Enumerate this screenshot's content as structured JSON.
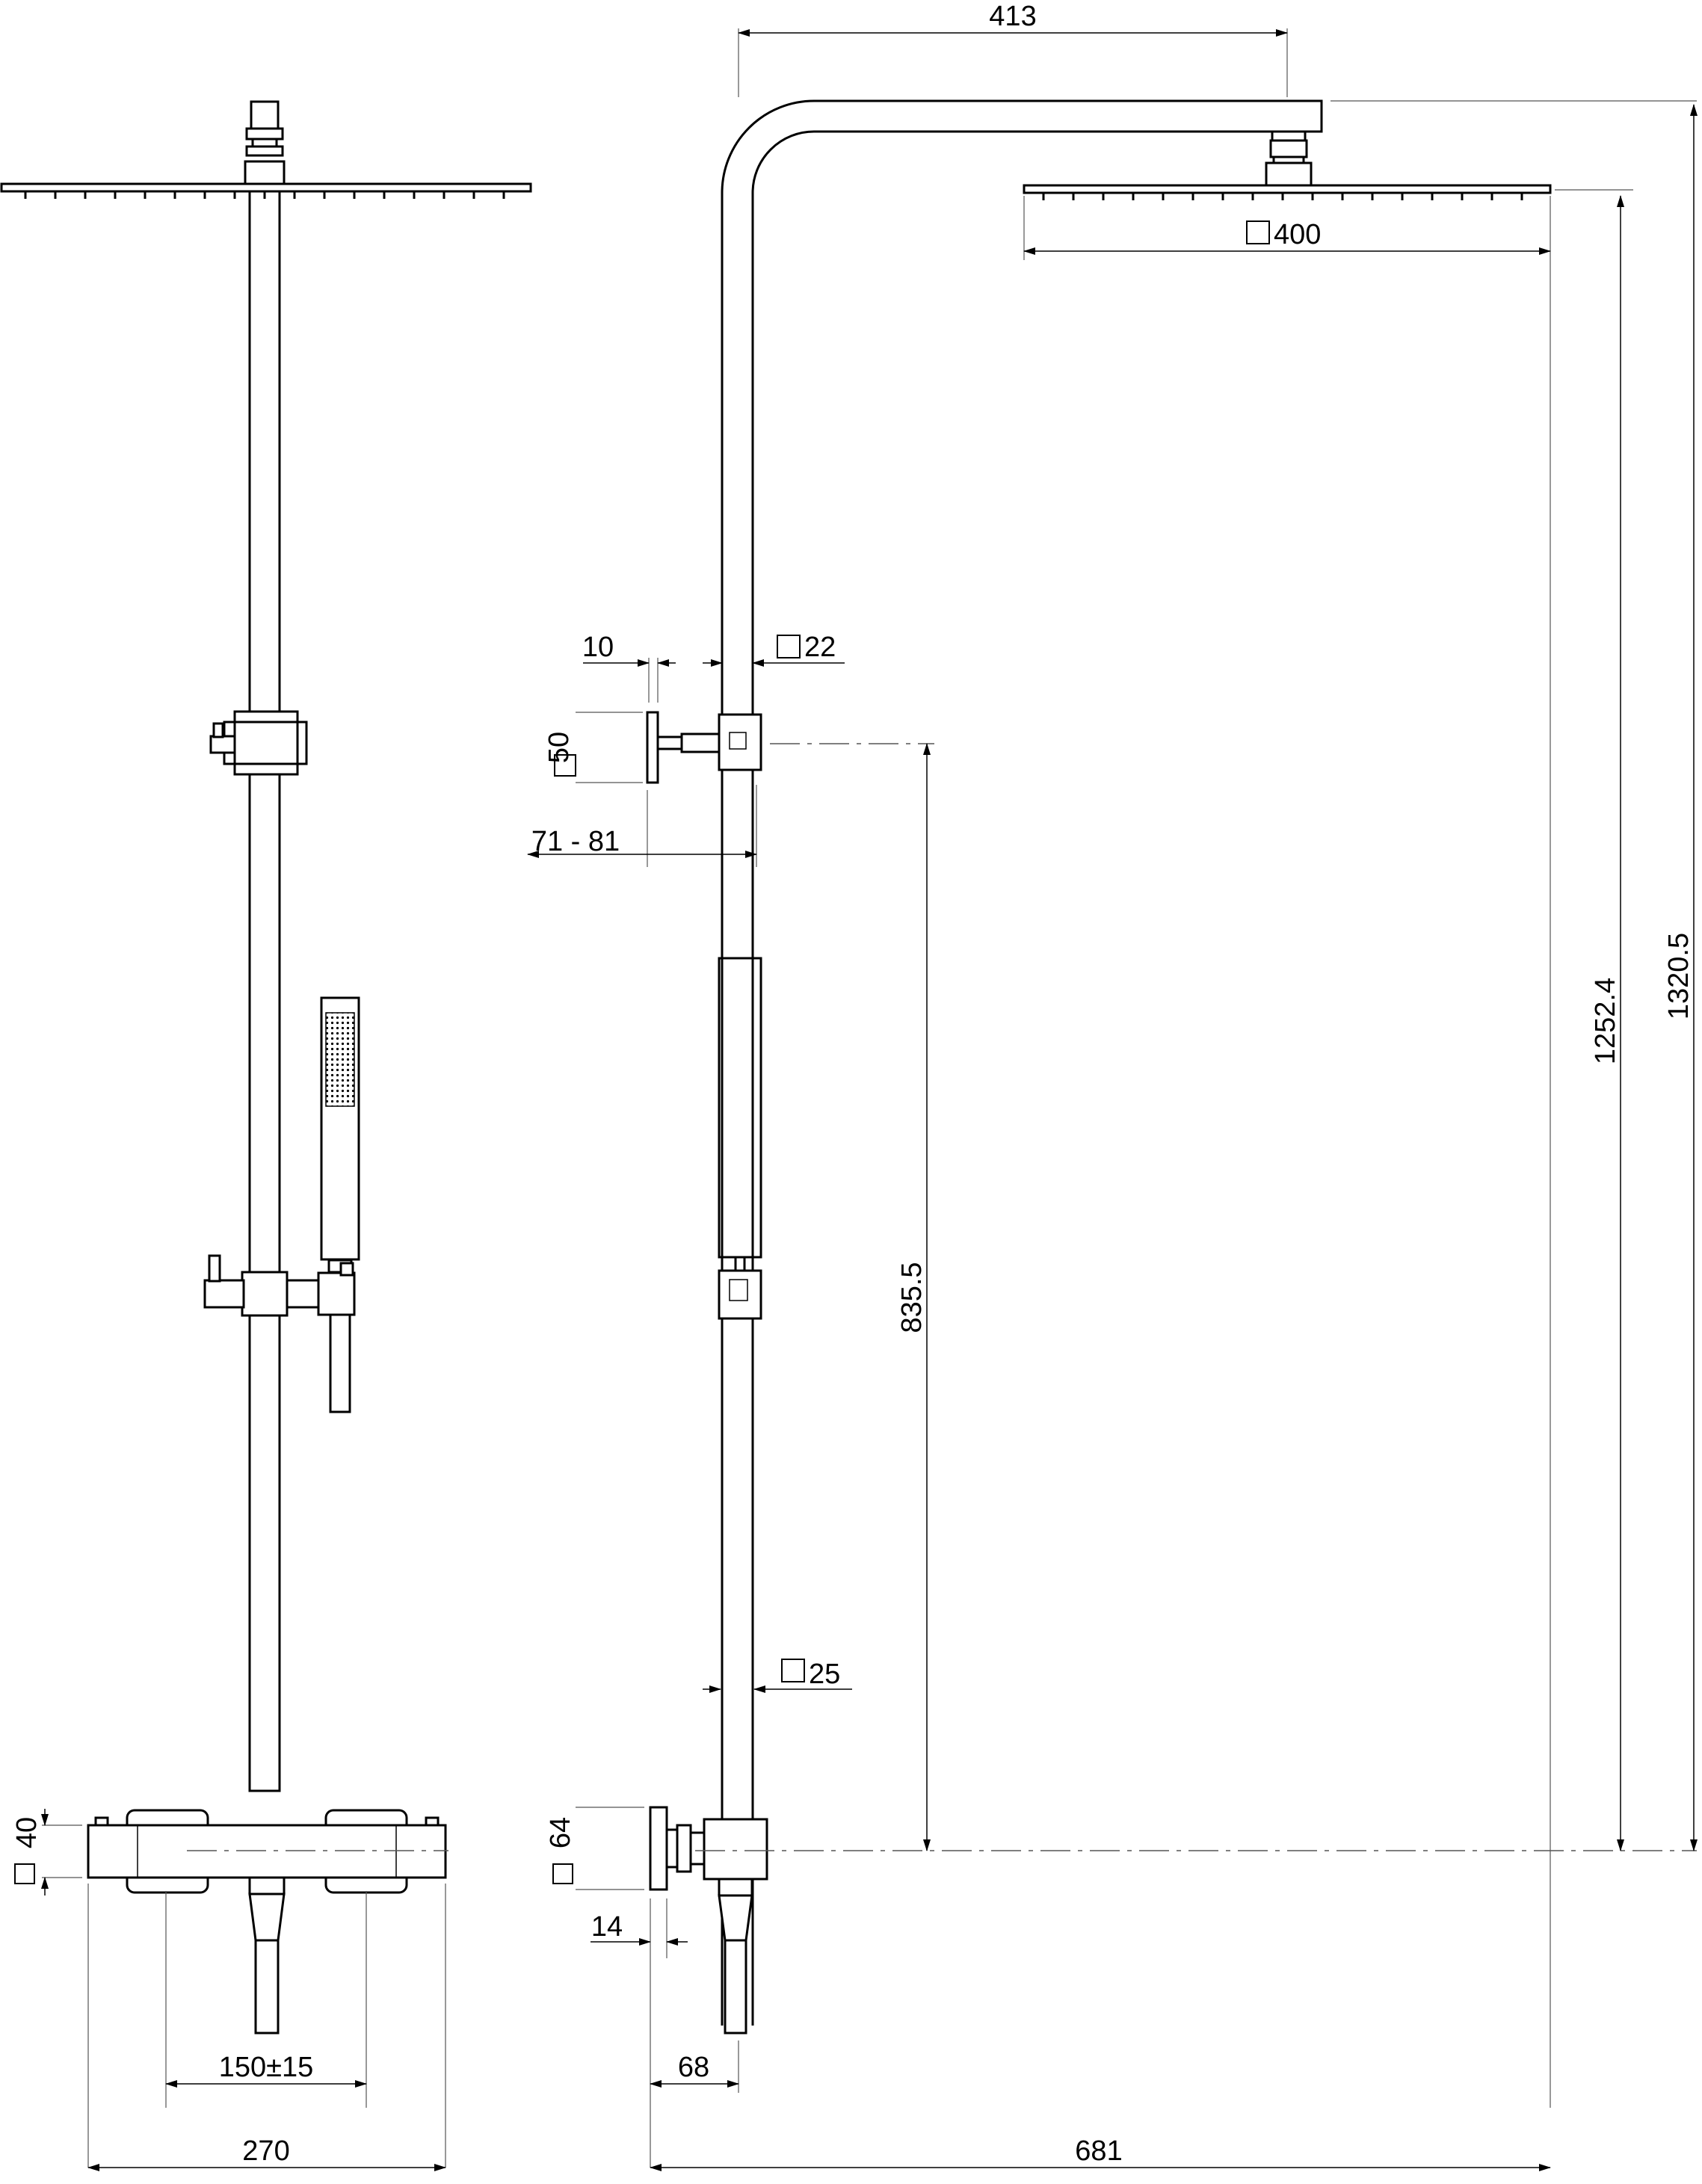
{
  "dimensions": {
    "arm_length": "413",
    "head_size": "400",
    "pipe_top": "22",
    "pipe_bottom": "25",
    "bracket_gap": "10",
    "bracket_plate": "50",
    "bracket_depth": "71 - 81",
    "height_head_face": "1252.4",
    "height_arm_top": "1320.5",
    "height_slider": "835.5",
    "body_size": "40",
    "escutcheon": "64",
    "escutcheon_thickness": "14",
    "inlet_spacing": "150±15",
    "body_width": "270",
    "wall_offset": "68",
    "total_depth": "681"
  }
}
